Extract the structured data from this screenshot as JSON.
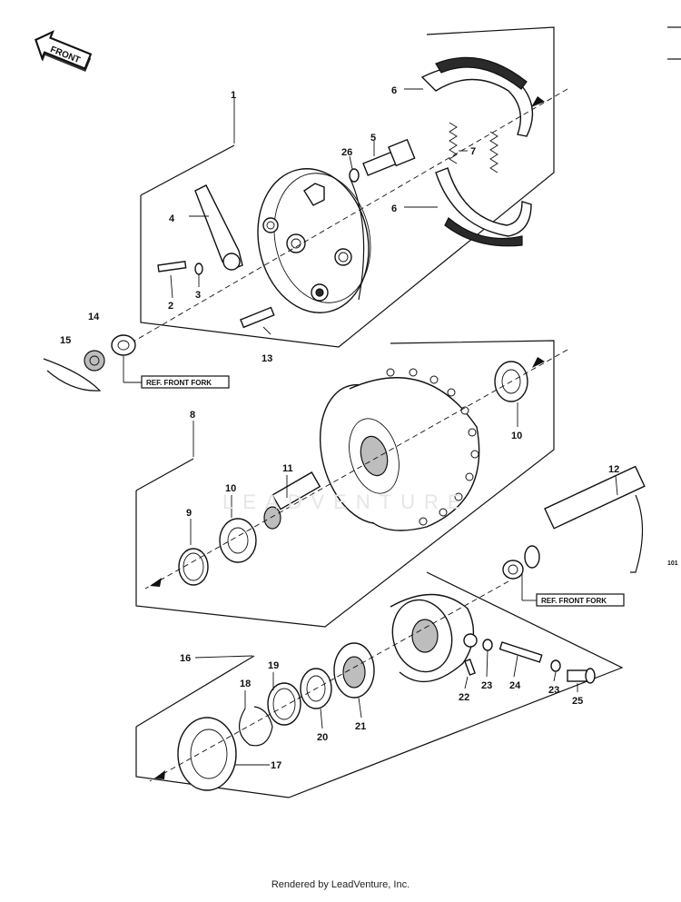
{
  "direction_label": "FRONT",
  "callouts": {
    "c1": "1",
    "c2": "2",
    "c3": "3",
    "c4": "4",
    "c5": "5",
    "c6a": "6",
    "c6b": "6",
    "c7": "7",
    "c26": "26",
    "c8": "8",
    "c9": "9",
    "c10a": "10",
    "c10b": "10",
    "c11": "11",
    "c12": "12",
    "c13": "13",
    "c14": "14",
    "c15": "15",
    "c16": "16",
    "c17": "17",
    "c18": "18",
    "c19": "19",
    "c20": "20",
    "c21": "21",
    "c22": "22",
    "c23a": "23",
    "c23b": "23",
    "c24": "24",
    "c25": "25"
  },
  "reference_labels": {
    "ref_fork_1": "REF. FRONT FORK",
    "ref_fork_2": "REF. FRONT FORK"
  },
  "side_code": "101",
  "watermark": "LEADVENTURE",
  "footer": "Rendered by LeadVenture, Inc."
}
